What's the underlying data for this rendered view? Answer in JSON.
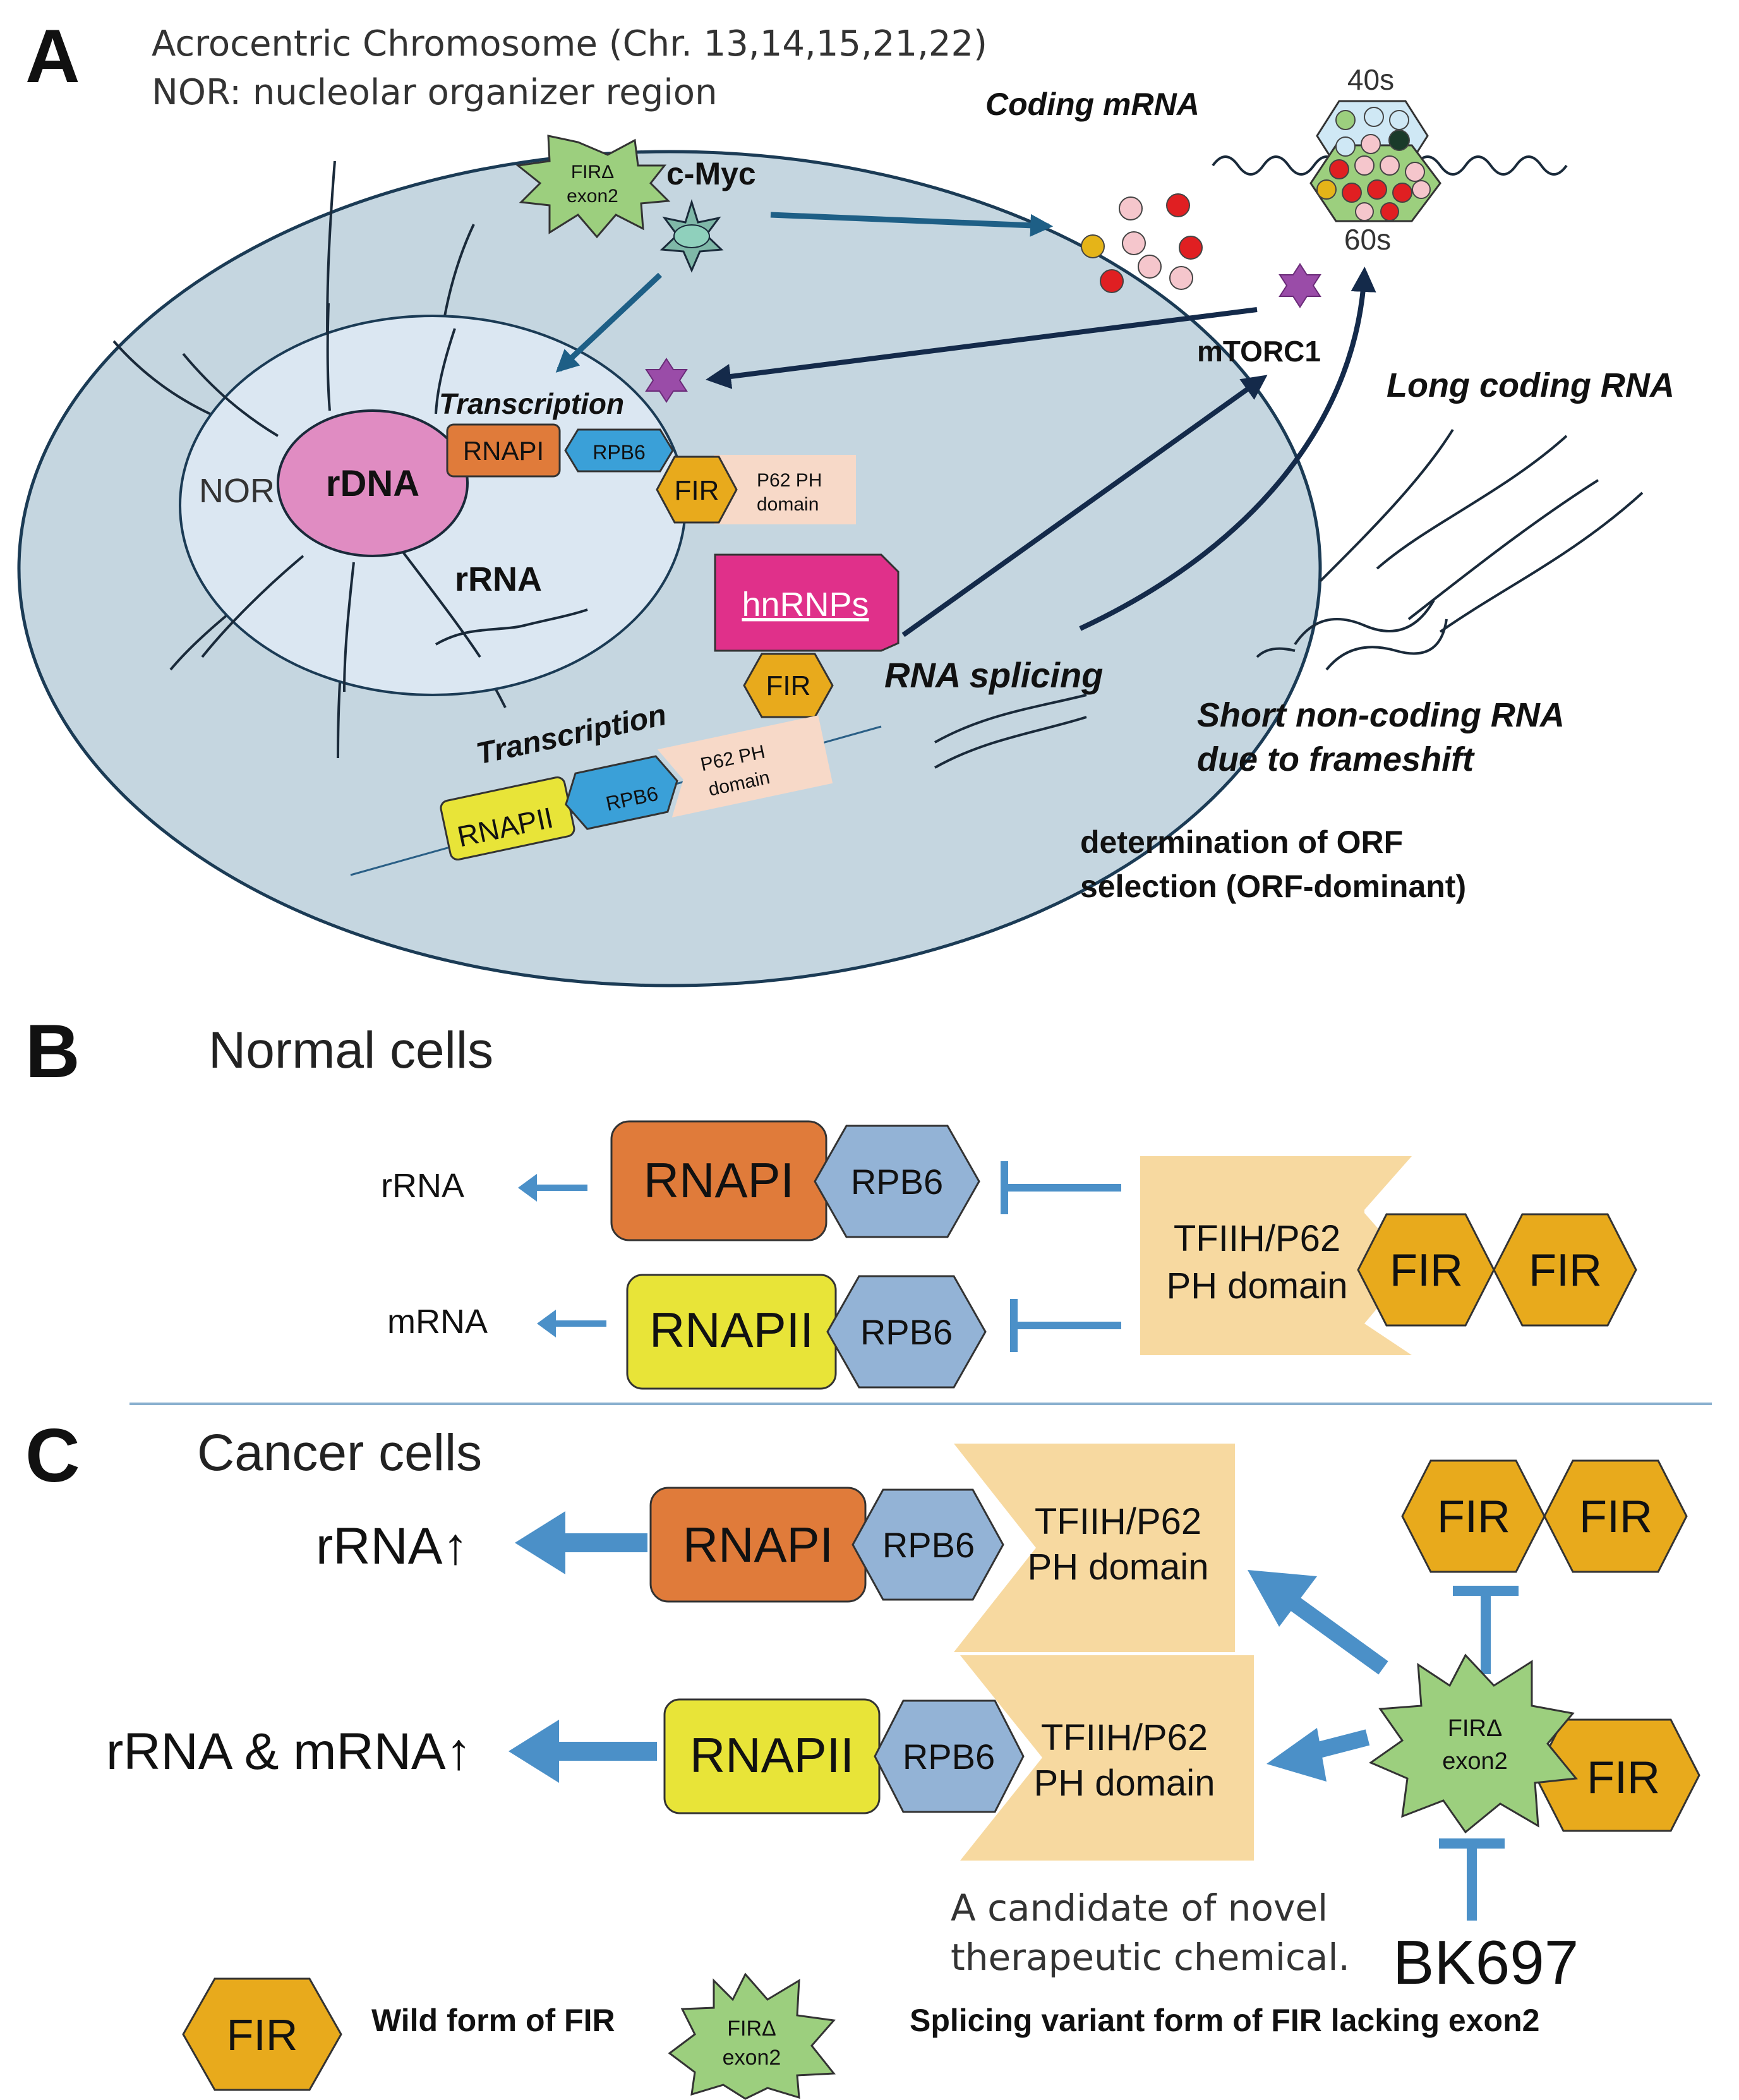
{
  "panel_a": {
    "letter": "A",
    "header_line1": "Acrocentric Chromosome (Chr. 13,14,15,21,22)",
    "header_line2": "NOR: nucleolar organizer region",
    "coding_mrna": "Coding mRNA",
    "ribo_40s": "40s",
    "ribo_60s": "60s",
    "fir_delta_line1": "FIRΔ",
    "fir_delta_line2": "exon2",
    "cmyc": "c-Myc",
    "mtorc1": "mTORC1",
    "long_coding_rna": "Long coding RNA",
    "transcription_1": "Transcription",
    "rnapi": "RNAPI",
    "rpb6": "RPB6",
    "nor": "NOR",
    "rdna": "rDNA",
    "fir": "FIR",
    "p62_line1": "P62 PH",
    "p62_line2": "domain",
    "rrna": "rRNA",
    "hnrnps": "hnRNPs",
    "fir_2": "FIR",
    "rna_splicing": "RNA splicing",
    "transcription_2": "Transcription",
    "rnapii": "RNAPII",
    "rpb6_2": "RPB6",
    "p62_2_line1": "P62 PH",
    "p62_2_line2": "domain",
    "short_ncrna_line1": "Short non-coding RNA",
    "short_ncrna_line2": "due to frameshift",
    "orf_line1": "determination of ORF",
    "orf_line2": "selection (ORF-dominant)"
  },
  "panel_b": {
    "letter": "B",
    "title": "Normal cells",
    "rrna": "rRNA",
    "mrna": "mRNA",
    "rnapi": "RNAPI",
    "rnapii": "RNAPII",
    "rpb6_1": "RPB6",
    "rpb6_2": "RPB6",
    "tfiih_line1": "TFIIH/P62",
    "tfiih_line2": "PH domain",
    "fir_1": "FIR",
    "fir_2": "FIR"
  },
  "panel_c": {
    "letter": "C",
    "title": "Cancer cells",
    "rrna_up": "rRNA↑",
    "rrna_mrna_up": "rRNA & mRNA↑",
    "rnapi": "RNAPI",
    "rnapii": "RNAPII",
    "rpb6_1": "RPB6",
    "rpb6_2": "RPB6",
    "tfiih1_line1": "TFIIH/P62",
    "tfiih1_line2": "PH domain",
    "tfiih2_line1": "TFIIH/P62",
    "tfiih2_line2": "PH domain",
    "fir_1": "FIR",
    "fir_2": "FIR",
    "fir_3": "FIR",
    "fir_delta_line1": "FIRΔ",
    "fir_delta_line2": "exon2",
    "candidate_line1": "A candidate of novel",
    "candidate_line2": "therapeutic chemical.",
    "bk697": "BK697"
  },
  "legend": {
    "fir": "FIR",
    "fir_desc": "Wild form of FIR",
    "fir_delta_line1": "FIRΔ",
    "fir_delta_line2": "exon2",
    "fir_delta_desc": "Splicing variant form of FIR lacking exon2"
  },
  "colors": {
    "cell": "#c5d6e0",
    "nucleolus": "#dbe7f2",
    "rdna": "#e08cc2",
    "rnapi": "#e07b3a",
    "rnapii": "#e8e438",
    "rpb6": "#93b3d6",
    "fir": "#e8aa1c",
    "tfiih": "#f7d9a0",
    "fir_delta": "#9ccf7e",
    "arrow_dark": "#142a4a",
    "arrow_teal": "#1e5f86",
    "arrow_blue": "#4b90c8",
    "hnrnps": "#e0308a"
  }
}
